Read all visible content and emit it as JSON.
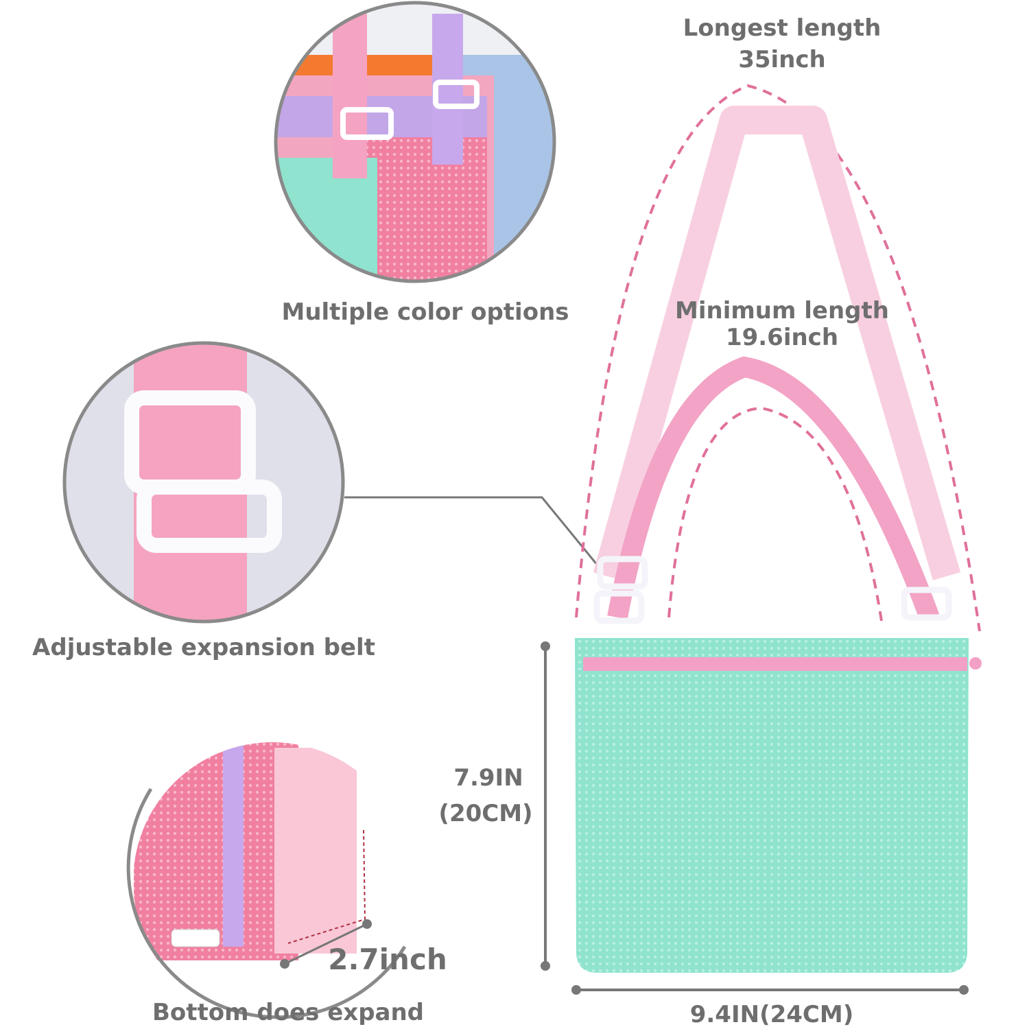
{
  "longest": {
    "label": "Longest length",
    "value": "35inch"
  },
  "minimum": {
    "label": "Minimum length",
    "value": "19.6inch"
  },
  "features": {
    "colors": "Multiple color options",
    "belt": "Adjustable expansion belt",
    "bottom": "Bottom does expand",
    "bottom_size": "2.7inch"
  },
  "dimensions": {
    "height_in": "7.9IN",
    "height_cm": "(20CM)",
    "width": "9.4IN(24CM)"
  },
  "colors": {
    "text": "#6e6e6e",
    "dash": "#e0709a",
    "bag": "#8fe3cf",
    "strap": "#f2a3c6",
    "strap_light": "#f8cfe0",
    "circle_border": "#8a8a8a"
  }
}
